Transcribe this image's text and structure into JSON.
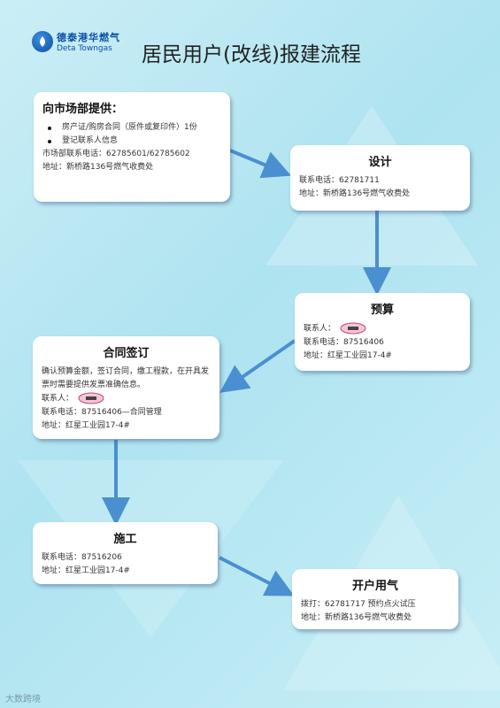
{
  "logo": {
    "cn": "德泰港华燃气",
    "en": "Deta Towngas"
  },
  "title": "居民用户(改线)报建流程",
  "boxes": {
    "market": {
      "title": "向市场部提供：",
      "bullets": [
        "房产证/购房合同（原件或复印件）1份",
        "登记联系人信息"
      ],
      "phone": "市场部联系电话：62785601/62785602",
      "address": "地址：新桥路136号燃气收费处"
    },
    "design": {
      "title": "设计",
      "phone": "联系电话：62781711",
      "address": "地址：新桥路136号燃气收费处"
    },
    "budget": {
      "title": "预算",
      "contact": "联系人：",
      "phone": "联系电话：87516406",
      "address": "地址：红星工业园17-4#"
    },
    "contract": {
      "title": "合同签订",
      "desc": "确认预算金额，签订合同，缴工程款，在开具发票时需要提供发票准确信息。",
      "contact": "联系人：",
      "phone": "联系电话：87516406—合同管理",
      "address": "地址：红星工业园17-4#"
    },
    "construction": {
      "title": "施工",
      "phone": "联系电话：87516206",
      "address": "地址：红星工业园17-4#"
    },
    "gas": {
      "title": "开户用气",
      "phone": "拨打：62781717 预约点火试压",
      "address": "地址：新桥路136号燃气收费处"
    }
  },
  "watermark": "大数跨境",
  "colors": {
    "arrow": "#4a8fcf",
    "title_blue": "#0b4fa8"
  }
}
